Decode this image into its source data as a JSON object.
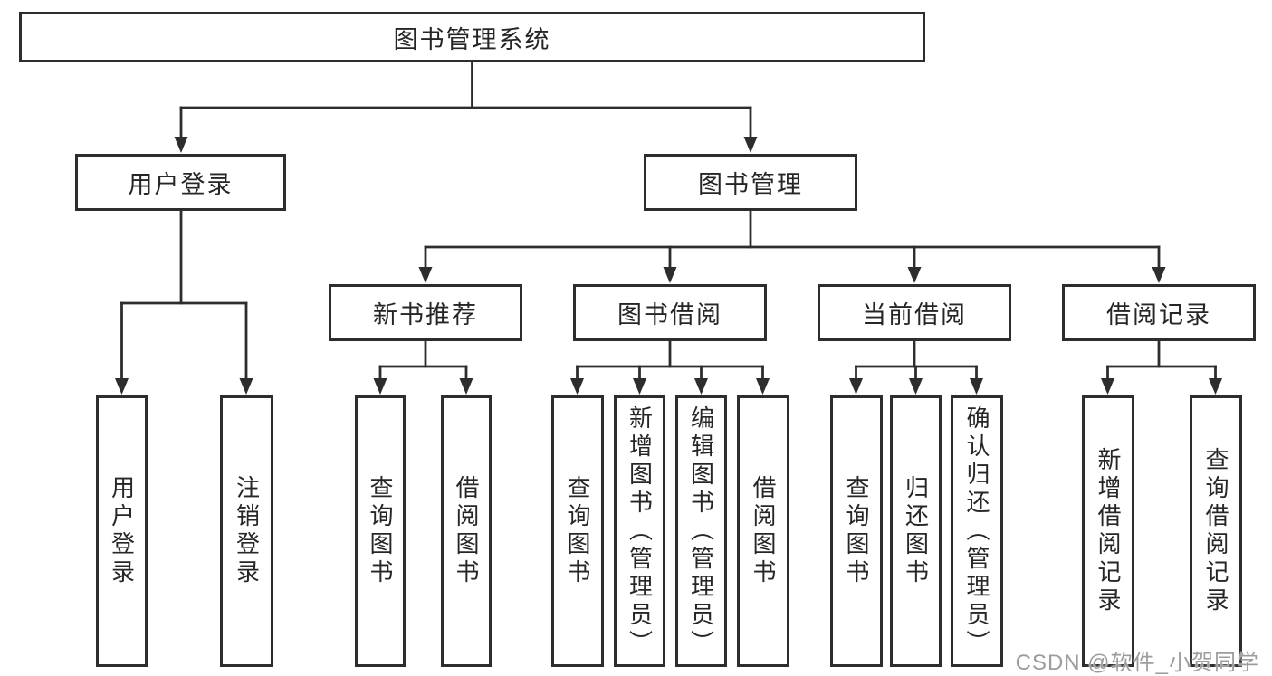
{
  "tree": {
    "label": "图书管理系统",
    "children": [
      {
        "label": "用户登录",
        "children": [
          {
            "label": "用户登录"
          },
          {
            "label": "注销登录"
          }
        ]
      },
      {
        "label": "图书管理",
        "children": [
          {
            "label": "新书推荐",
            "children": [
              {
                "label": "查询图书"
              },
              {
                "label": "借阅图书"
              }
            ]
          },
          {
            "label": "图书借阅",
            "children": [
              {
                "label": "查询图书"
              },
              {
                "label": "新增图书（管理员）"
              },
              {
                "label": "编辑图书（管理员）"
              },
              {
                "label": "借阅图书"
              }
            ]
          },
          {
            "label": "当前借阅",
            "children": [
              {
                "label": "查询图书"
              },
              {
                "label": "归还图书"
              },
              {
                "label": "确认归还（管理员）"
              }
            ]
          },
          {
            "label": "借阅记录",
            "children": [
              {
                "label": "新增借阅记录"
              },
              {
                "label": "查询借阅记录"
              }
            ]
          }
        ]
      }
    ]
  },
  "watermark": "CSDN @软件_小贺同学",
  "colors": {
    "line": "#2d2d2d",
    "box_border": "#2d2d2d",
    "text": "#262626",
    "watermark": "#9d9d9d",
    "background": "#ffffff"
  }
}
